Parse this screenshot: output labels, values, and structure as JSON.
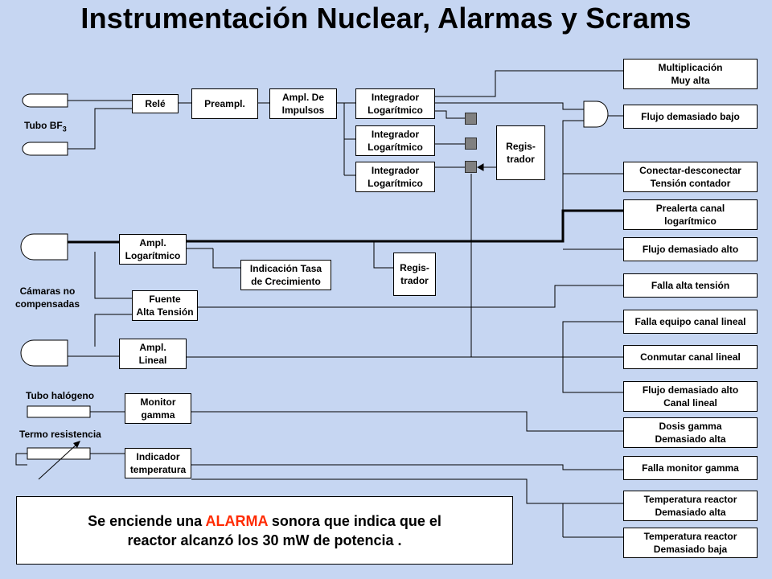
{
  "title": "Instrumentación Nuclear, Alarmas y Scrams",
  "components": {
    "rele": "Relé",
    "preampl": "Preampl.",
    "ampl_impulsos": "Ampl. De\nImpulsos",
    "integrador_1": "Integrador\nLogarítmico",
    "integrador_2": "Integrador\nLogarítmico",
    "integrador_3": "Integrador\nLogarítmico",
    "registrador_1": "Regis-\ntrador",
    "ampl_logaritmico": "Ampl.\nLogarítmico",
    "indicacion_tasa": "Indicación Tasa\nde Crecimiento",
    "registrador_2": "Regis-\ntrador",
    "fuente_alta_tension": "Fuente\nAlta Tensión",
    "ampl_lineal": "Ampl.\nLineal",
    "monitor_gamma": "Monitor\ngamma",
    "indicador_temperatura": "Indicador\ntemperatura"
  },
  "detectors": {
    "tubo_bf3": "Tubo BF",
    "tubo_bf3_sub": "3",
    "camaras": "Cámaras no\ncompensadas",
    "tubo_halogeno": "Tubo halógeno",
    "termo_resistencia": "Termo resistencia"
  },
  "alarms": [
    "Multiplicación\nMuy alta",
    "Flujo demasiado bajo",
    "Conectar-desconectar\nTensión contador",
    "Prealerta canal\nlogarítmico",
    "Flujo demasiado alto",
    "Falla alta tensión",
    "Falla equipo canal lineal",
    "Conmutar canal lineal",
    "Flujo demasiado alto\nCanal lineal",
    "Dosis gamma\nDemasiado alta",
    "Falla monitor gamma",
    "Temperatura reactor\nDemasiado alta",
    "Temperatura reactor\nDemasiado baja"
  ],
  "note": {
    "before": "Se enciende una ",
    "alarm_word": "ALARMA",
    "after": " sonora que indica que el\nreactor alcanzó los 30 mW de potencia ."
  }
}
